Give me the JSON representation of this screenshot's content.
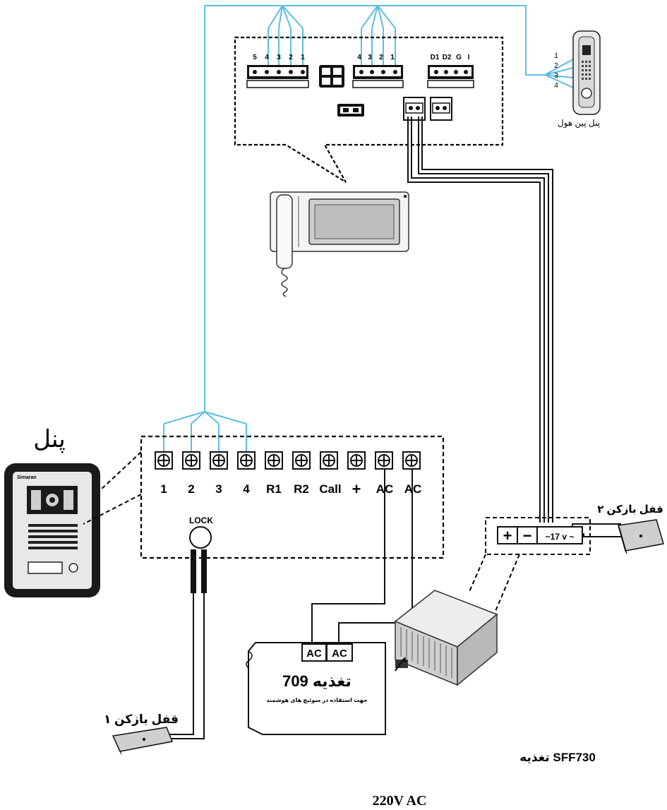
{
  "colors": {
    "wire": "#5bbfe0",
    "line": "#000000",
    "panel_body": "#e9e9e9",
    "panel_dark": "#1a1a1a",
    "device_grey": "#d9d9d9"
  },
  "monitor_board": {
    "terminal_a_labels": [
      "5",
      "4",
      "3",
      "2",
      "1"
    ],
    "terminal_b_labels": [
      "4",
      "3",
      "2",
      "1"
    ],
    "terminal_c_labels": [
      "D1",
      "D2",
      "G",
      "I"
    ]
  },
  "pinhole_panel": {
    "label": "پنل پین هول",
    "wire_labels": [
      "1",
      "2",
      "3",
      "4"
    ]
  },
  "door_panel": {
    "title": "پنل",
    "brand": "Simaran"
  },
  "main_board": {
    "terminal_labels": [
      "1",
      "2",
      "3",
      "4",
      "R1",
      "R2",
      "Call",
      "+",
      "AC",
      "AC"
    ],
    "lock_label": "LOCK"
  },
  "power_709": {
    "terminals": [
      "AC",
      "AC"
    ],
    "title": "تغذیه 709",
    "subtitle": "جهت استفاده در سوئیچ های هوشمند"
  },
  "lock_1": {
    "label": "قفل بازکن ۱"
  },
  "lock_2": {
    "label": "قفل بازکن ۲"
  },
  "power_sff730": {
    "terminals": [
      "+",
      "−",
      "~17 v ~"
    ],
    "title": "تغذیه SFF730",
    "input": "220V AC"
  }
}
